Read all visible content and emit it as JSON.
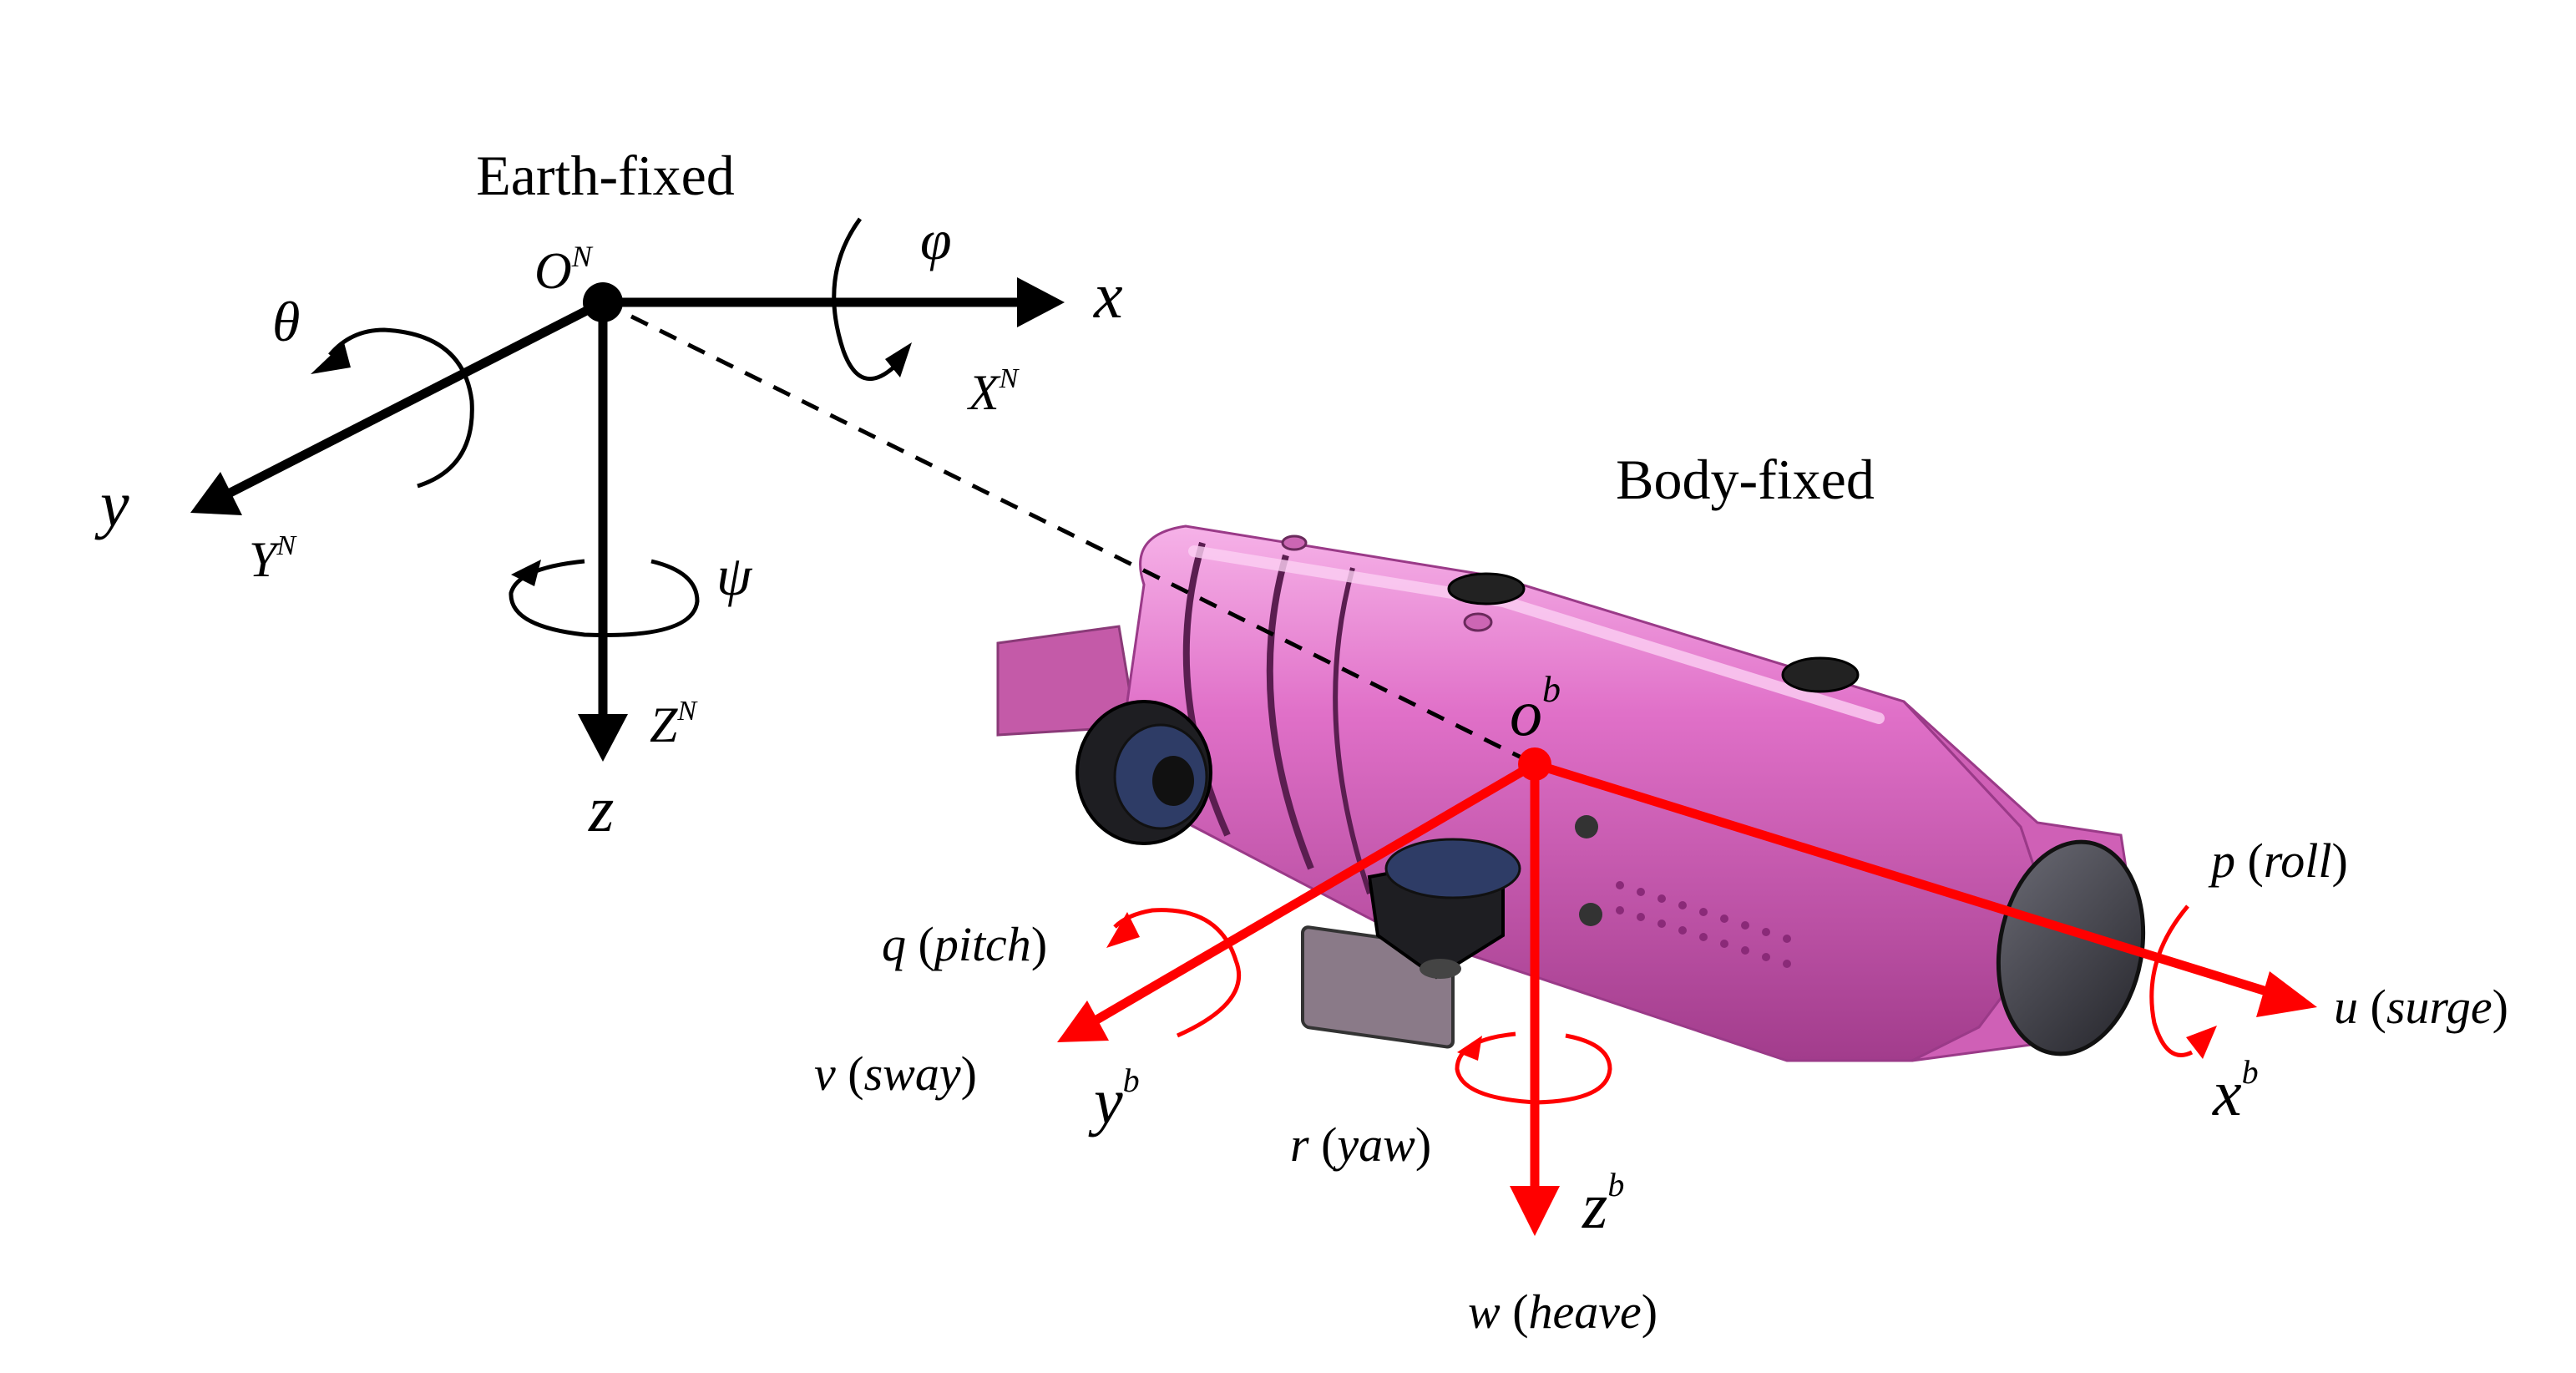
{
  "frames": {
    "earth": {
      "title": "Earth-fixed",
      "origin": "O",
      "origin_sup": "N",
      "x_label": "x",
      "y_label": "y",
      "z_label": "z",
      "xaxis_name": "X",
      "yaxis_name": "Y",
      "zaxis_name": "Z",
      "axis_sup": "N",
      "roll_symbol": "φ",
      "pitch_symbol": "θ",
      "yaw_symbol": "ψ"
    },
    "body": {
      "title": "Body-fixed",
      "origin": "o",
      "origin_sup": "b",
      "x_label": "x",
      "y_label": "y",
      "z_label": "z",
      "axis_sup": "b",
      "surge": {
        "var": "u",
        "name": "surge"
      },
      "sway": {
        "var": "v",
        "name": "sway"
      },
      "heave": {
        "var": "w",
        "name": "heave"
      },
      "roll": {
        "var": "p",
        "name": "roll"
      },
      "pitch": {
        "var": "q",
        "name": "pitch"
      },
      "yaw": {
        "var": "r",
        "name": "yaw"
      }
    }
  },
  "colors": {
    "earth_axes": "#000000",
    "body_axes": "#ff0000",
    "hull": "#e070c8",
    "hull_dark": "#b84aa0",
    "hull_light": "#f4a8e4",
    "thruster": "#2a2a2a",
    "lens": "#3a3a44",
    "panel": "#7a6a78"
  }
}
